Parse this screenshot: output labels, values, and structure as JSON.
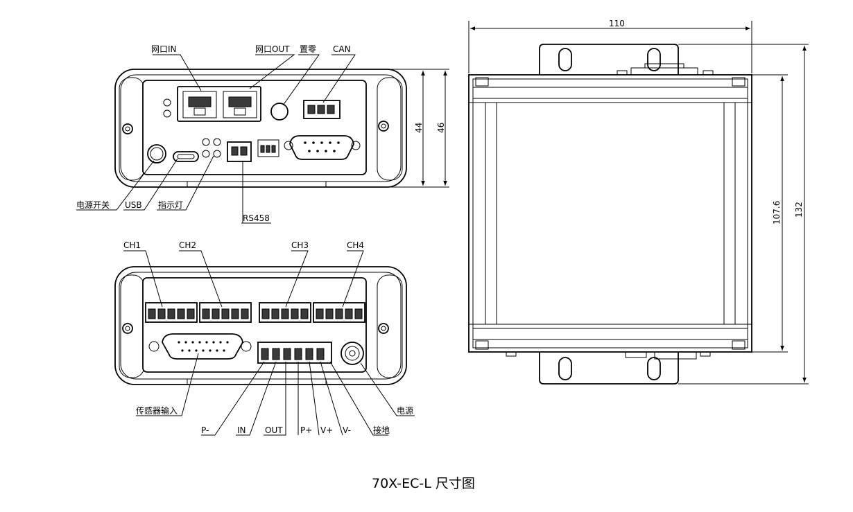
{
  "title": "70X-EC-L 尺寸图",
  "front_panel_labels": {
    "lan_in": "网口IN",
    "lan_out": "网口OUT",
    "zero": "置零",
    "can": "CAN",
    "power_switch": "电源开关",
    "usb": "USB",
    "indicator": "指示灯",
    "rs458": "RS458"
  },
  "rear_panel_labels": {
    "ch1": "CH1",
    "ch2": "CH2",
    "ch3": "CH3",
    "ch4": "CH4",
    "sensor_input": "传感器输入",
    "p_minus": "P-",
    "in": "IN",
    "out": "OUT",
    "p_plus": "P+",
    "v_plus": "V+",
    "v_minus": "V-",
    "ground": "接地",
    "power": "电源"
  },
  "dimensions": {
    "height_inner": "44",
    "height_outer": "46",
    "width_top": "110",
    "depth_inner": "107.6",
    "depth_outer": "132"
  }
}
